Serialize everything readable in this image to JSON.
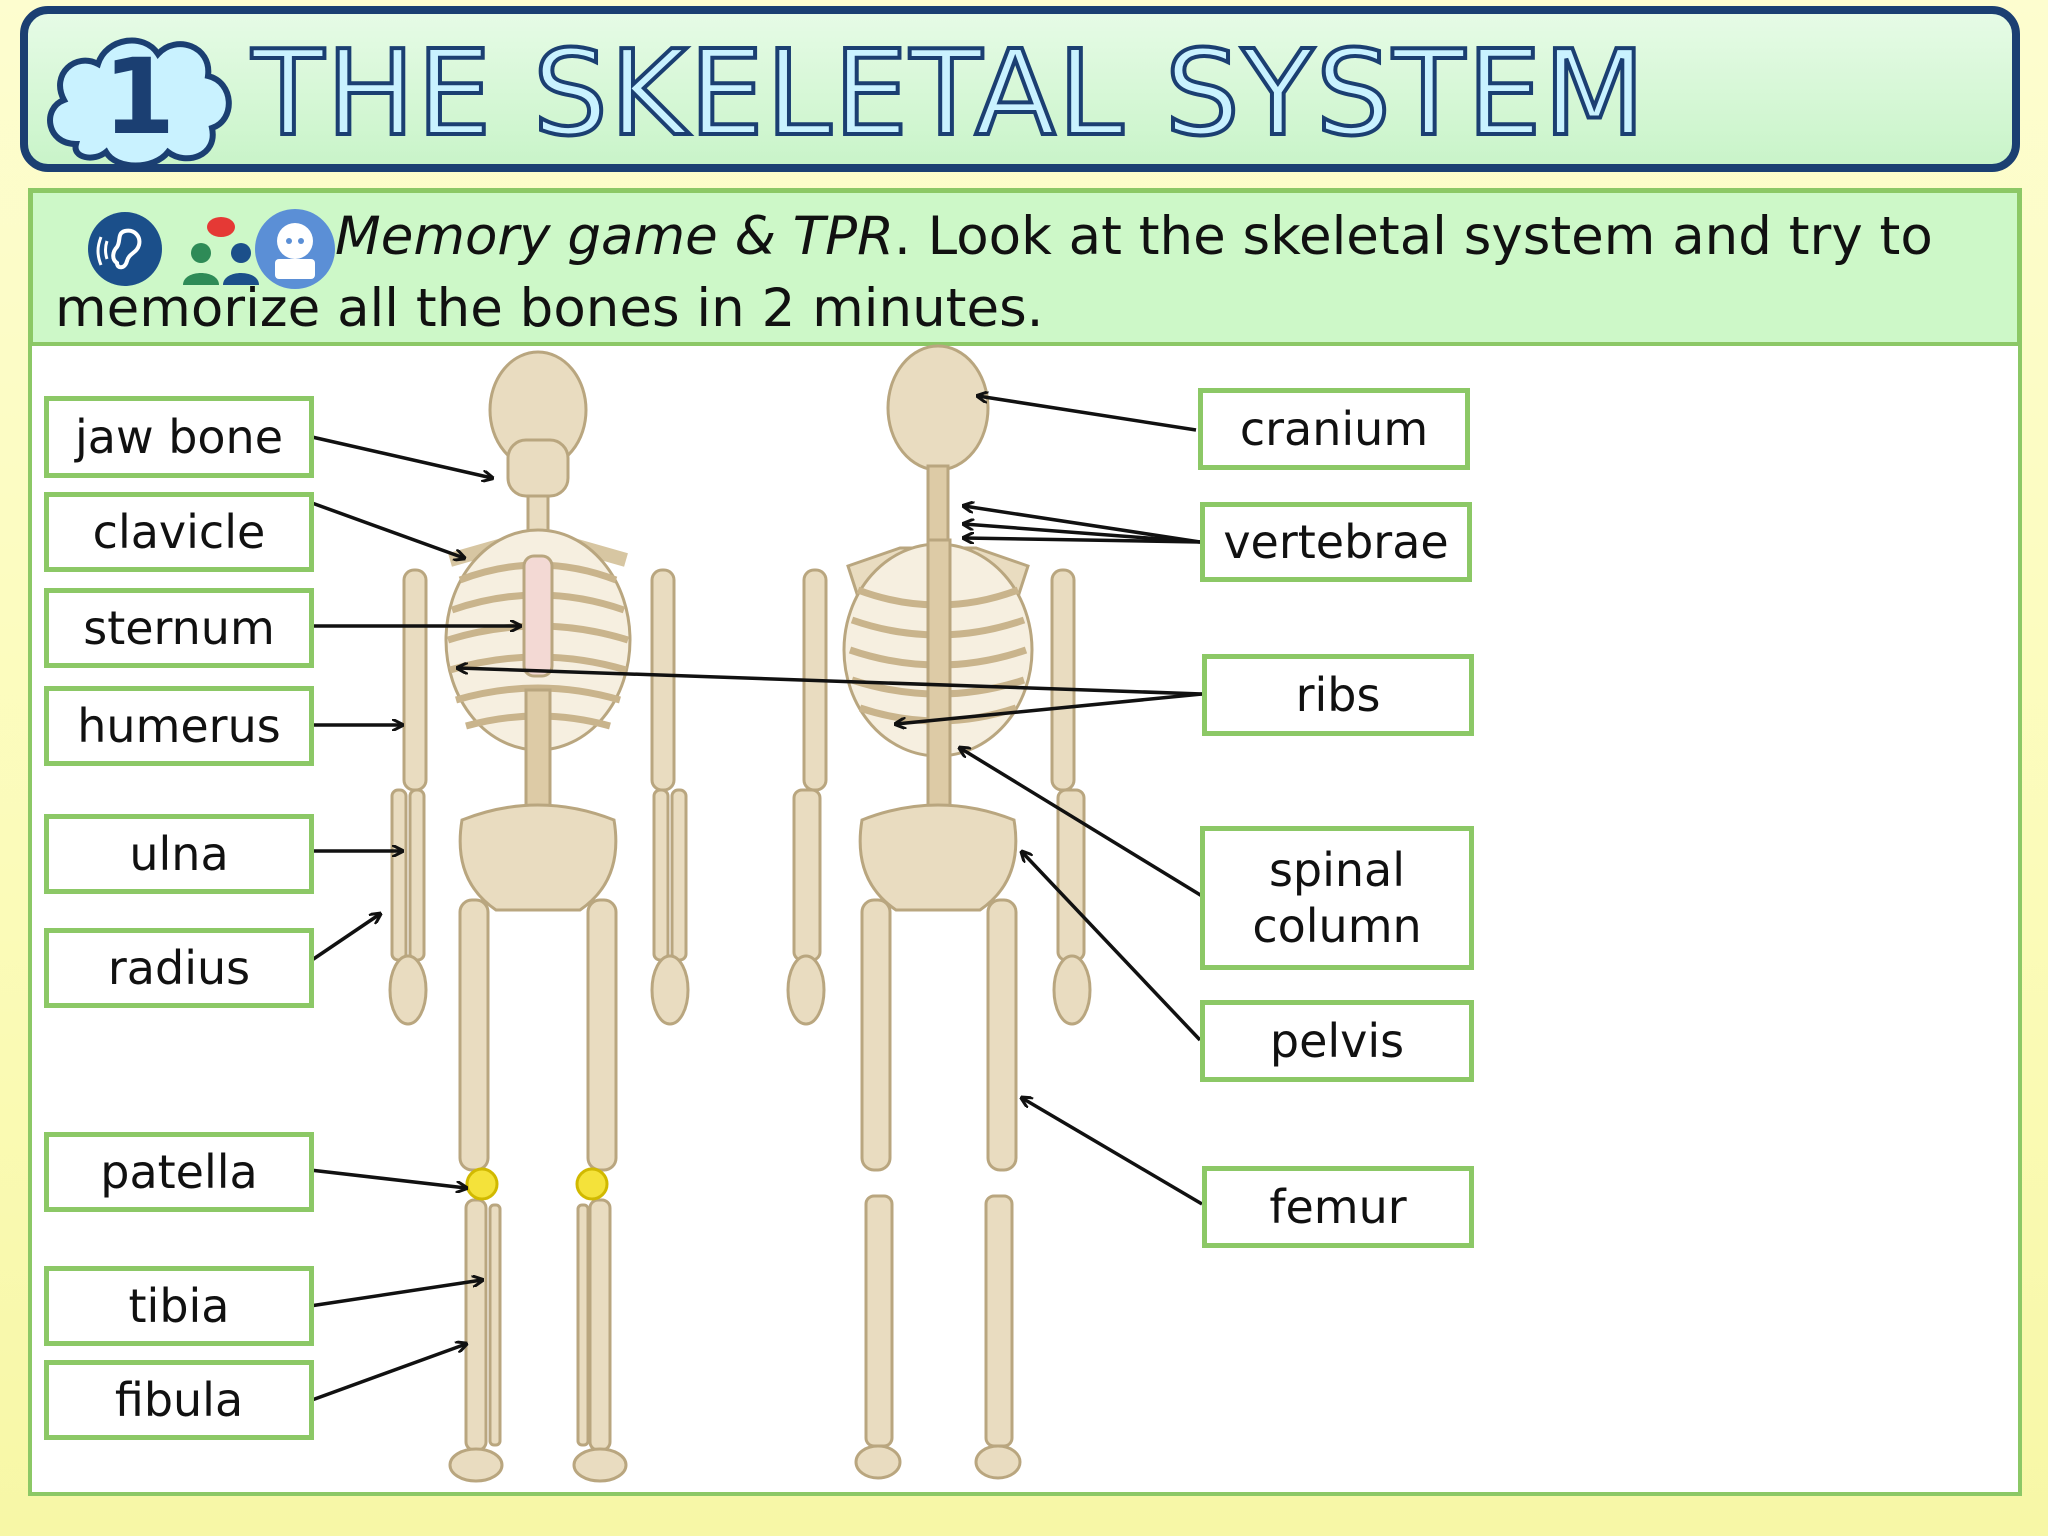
{
  "header": {
    "badge_number": "1",
    "title": "THE SKELETAL SYSTEM"
  },
  "instruction": {
    "italic_part": "Memory game & TPR",
    "rest": ". Look at the skeletal system and try to memorize all the bones in 2 minutes.",
    "icons": [
      "ear-listening-icon",
      "people-talking-icon",
      "student-reading-icon"
    ]
  },
  "labels_left": [
    "jaw bone",
    "clavicle",
    "sternum",
    "humerus",
    "ulna",
    "radius",
    "patella",
    "tibia",
    "fibula"
  ],
  "labels_right": [
    "cranium",
    "vertebrae",
    "ribs",
    "spinal column",
    "pelvis",
    "femur"
  ],
  "colors": {
    "title_border": "#1b3f72",
    "title_fill": "#c9f2ff",
    "label_border": "#8cc866",
    "bar_fill": "#cdf8c8",
    "bone": "#e9dcc0",
    "patella_highlight": "#f4e23a",
    "sternum_highlight": "#f3d9d4"
  }
}
